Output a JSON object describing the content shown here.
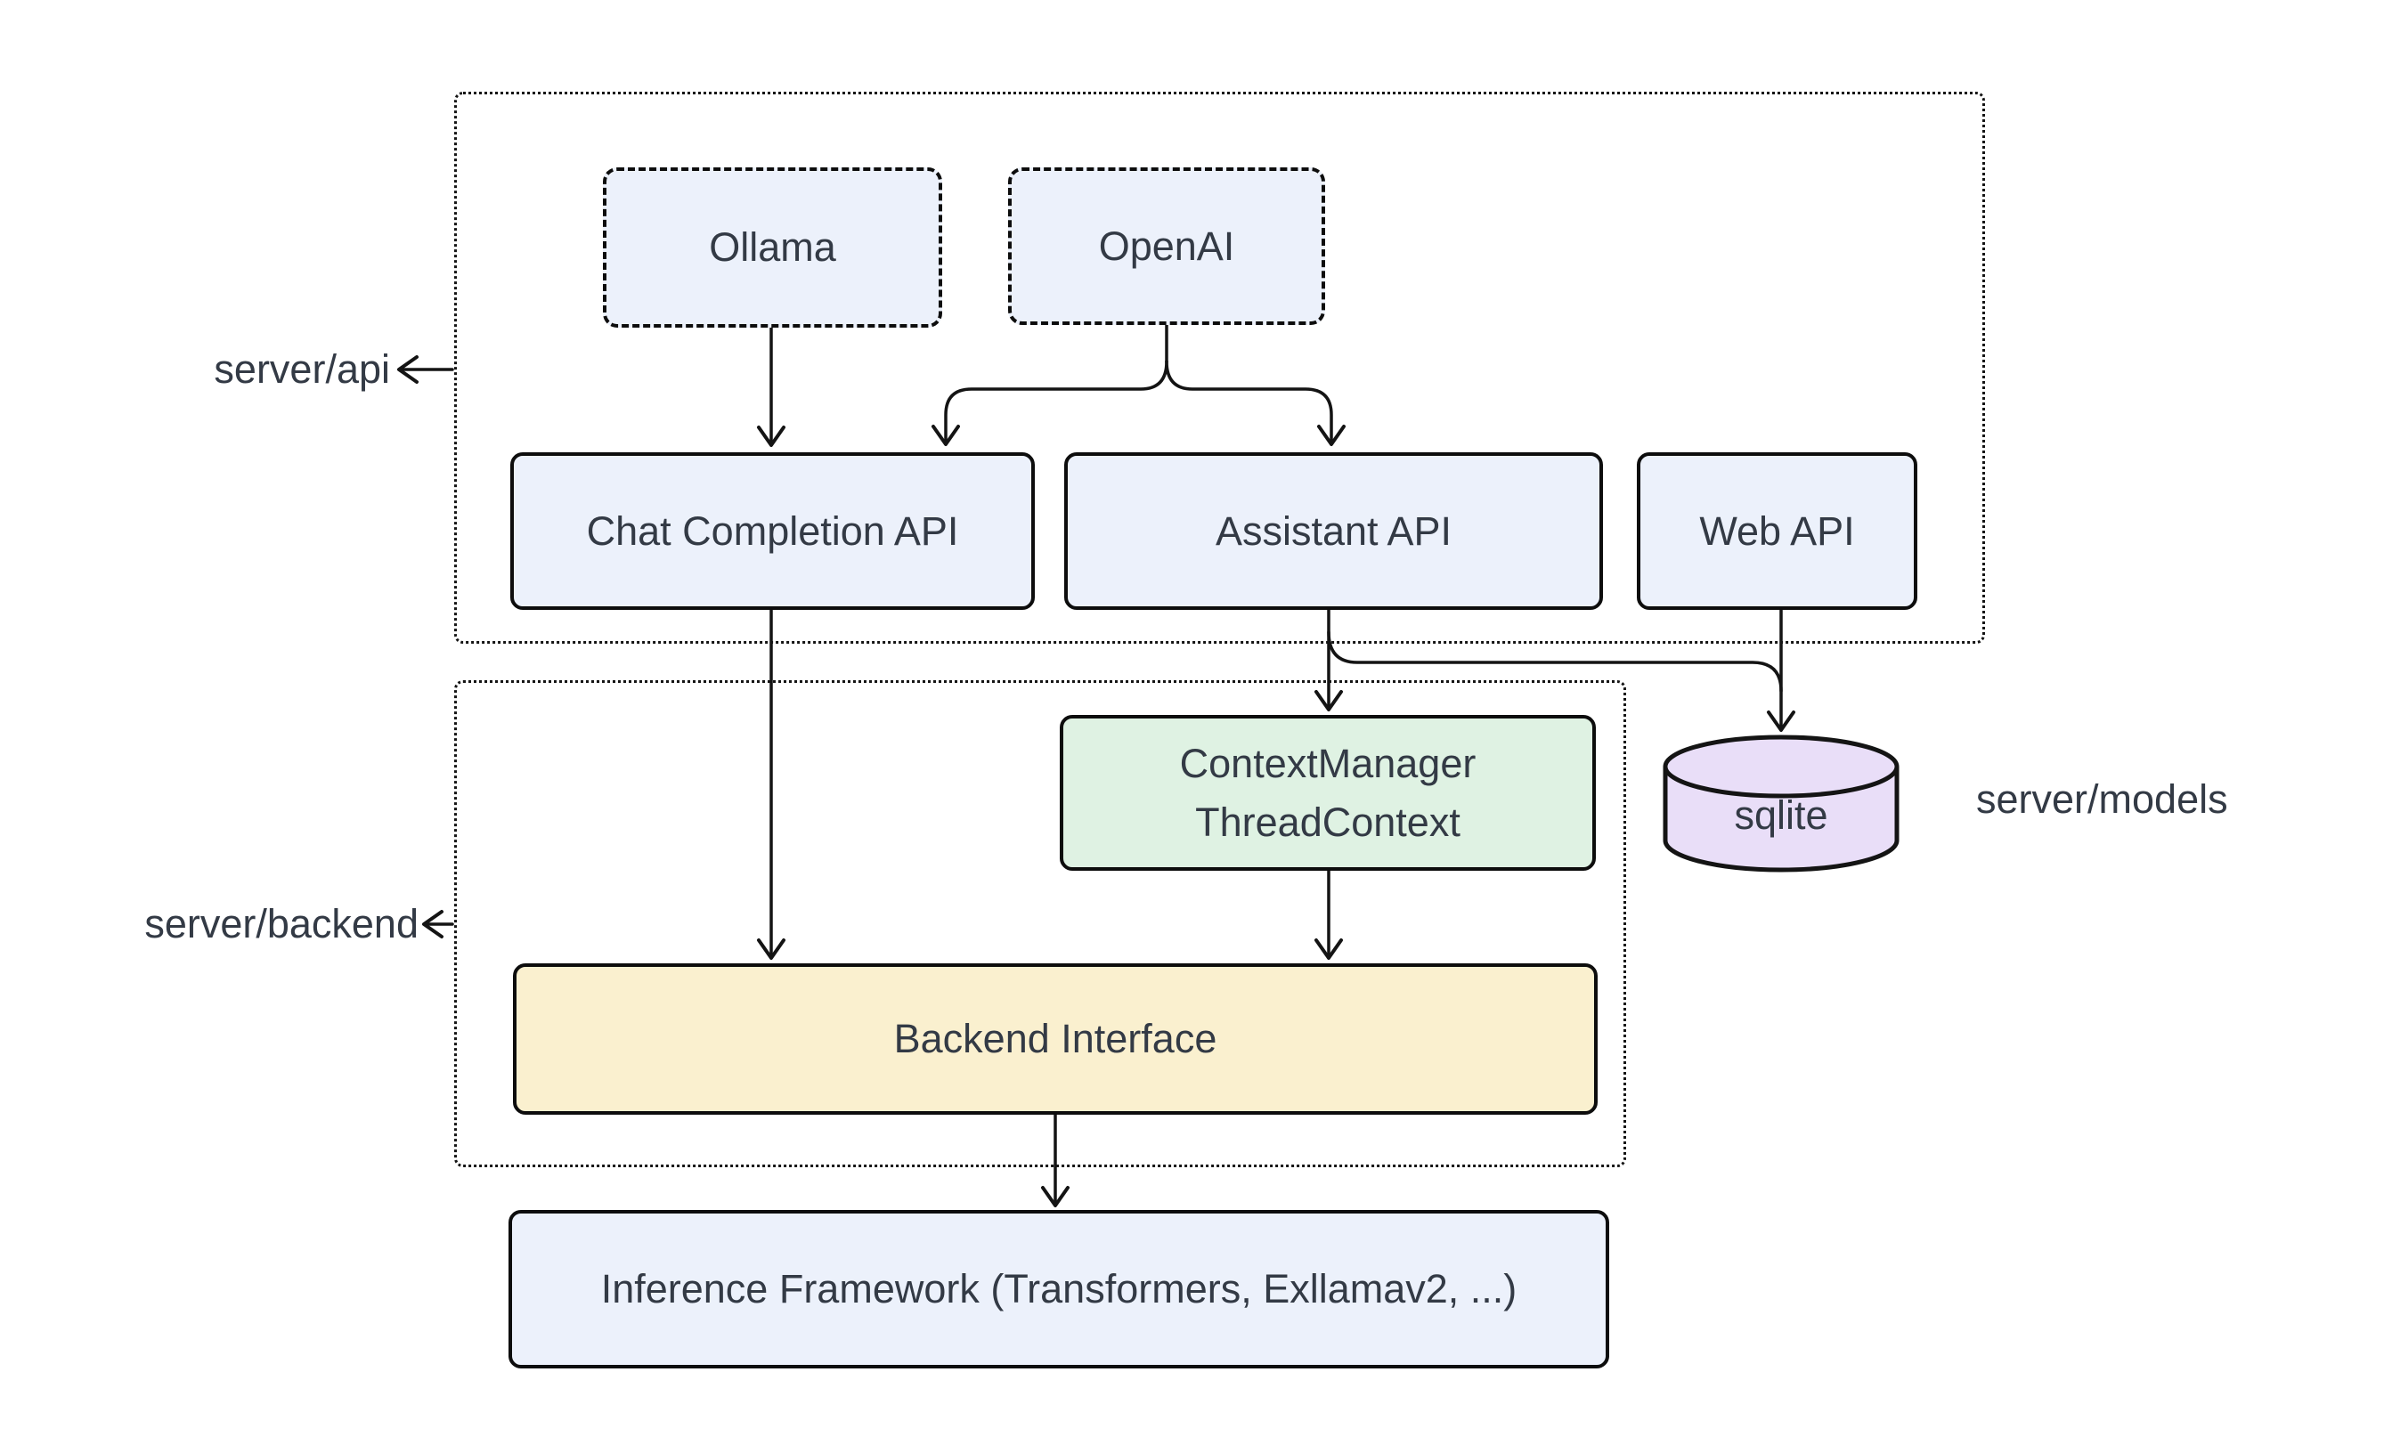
{
  "diagram": {
    "groups": {
      "server_api": {
        "label": "server/api"
      },
      "server_backend": {
        "label": "server/backend"
      },
      "server_models": {
        "label": "server/models"
      }
    },
    "nodes": {
      "ollama": {
        "label": "Ollama"
      },
      "openai": {
        "label": "OpenAI"
      },
      "chat_completion_api": {
        "label": "Chat Completion API"
      },
      "assistant_api": {
        "label": "Assistant API"
      },
      "web_api": {
        "label": "Web API"
      },
      "context_manager": {
        "lines": [
          "ContextManager",
          "ThreadContext"
        ]
      },
      "backend_interface": {
        "label": "Backend Interface"
      },
      "inference_framework": {
        "label": "Inference Framework (Transformers, Exllamav2, ...)"
      },
      "sqlite": {
        "label": "sqlite"
      }
    },
    "edges": [
      {
        "from": "ollama",
        "to": "chat_completion_api"
      },
      {
        "from": "openai",
        "to": "chat_completion_api"
      },
      {
        "from": "openai",
        "to": "assistant_api"
      },
      {
        "from": "chat_completion_api",
        "to": "backend_interface"
      },
      {
        "from": "assistant_api",
        "to": "context_manager"
      },
      {
        "from": "assistant_api",
        "to": "sqlite"
      },
      {
        "from": "web_api",
        "to": "sqlite"
      },
      {
        "from": "context_manager",
        "to": "backend_interface"
      },
      {
        "from": "backend_interface",
        "to": "inference_framework"
      }
    ],
    "colors": {
      "background": "#ffffff",
      "node_blue": "#ECF1FB",
      "node_green": "#DFF2E3",
      "node_yellow": "#FAF0CF",
      "node_purple": "#E9DEF8",
      "stroke": "#141414",
      "text": "#333A45"
    }
  }
}
